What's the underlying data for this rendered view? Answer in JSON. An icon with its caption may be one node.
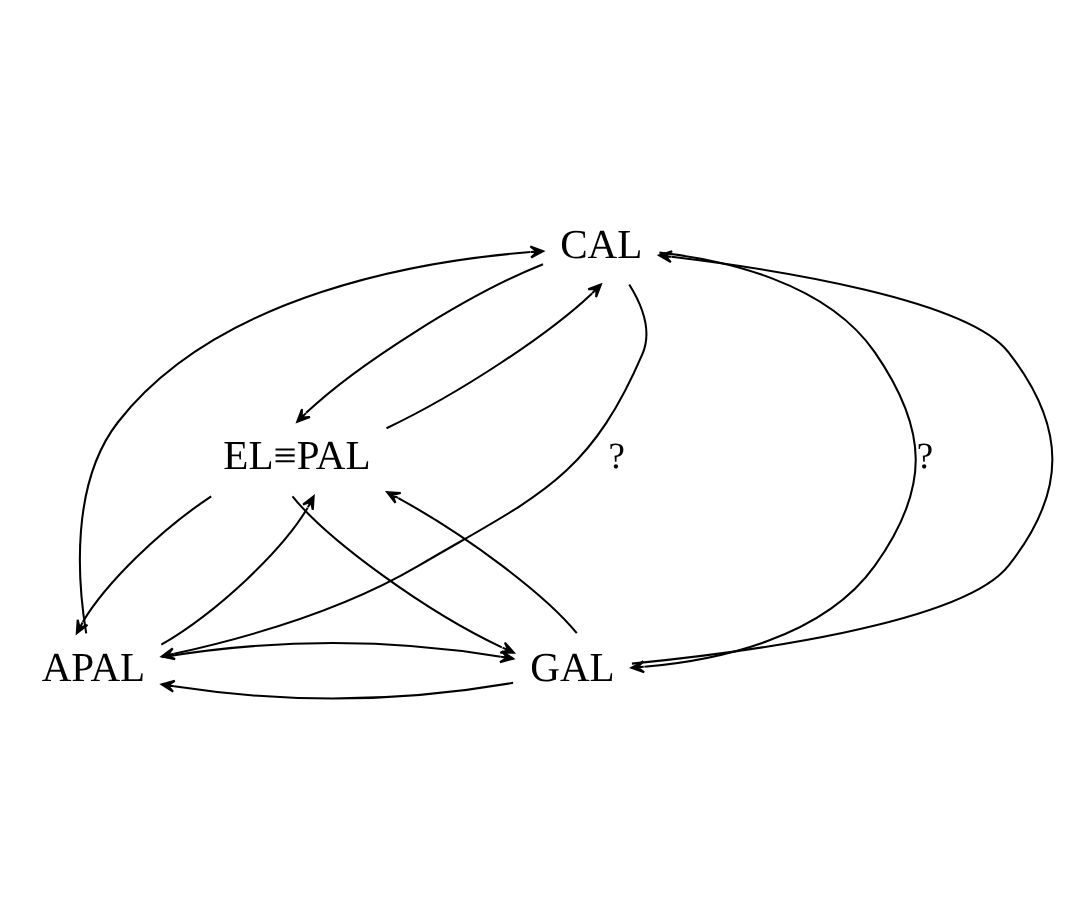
{
  "diagram": {
    "nodes": [
      {
        "text": [
          "CAL"
        ]
      },
      {
        "text": [
          "EL≡PAL"
        ]
      },
      {
        "text": [
          "APAL"
        ]
      },
      {
        "text": [
          "GAL"
        ]
      }
    ],
    "edges": [
      {
        "from": 2,
        "to": 0,
        "arrow": "to"
      },
      {
        "from": 0,
        "to": 2,
        "arrow": "to",
        "label": "?"
      },
      {
        "from": 1,
        "to": 0,
        "arrow": "to"
      },
      {
        "from": 0,
        "to": 1,
        "arrow": "to"
      },
      {
        "from": 0,
        "to": 3,
        "arrow": "to",
        "label": "?"
      },
      {
        "from": 3,
        "to": 0,
        "arrow": "to"
      },
      {
        "from": 1,
        "to": 2,
        "arrow": "to"
      },
      {
        "from": 2,
        "to": 1,
        "arrow": "to"
      },
      {
        "from": 1,
        "to": 3,
        "arrow": "to"
      },
      {
        "from": 3,
        "to": 1,
        "arrow": "to"
      },
      {
        "from": 3,
        "to": 2,
        "arrow": "to"
      },
      {
        "from": 2,
        "to": 3,
        "arrow": "to"
      }
    ]
  }
}
